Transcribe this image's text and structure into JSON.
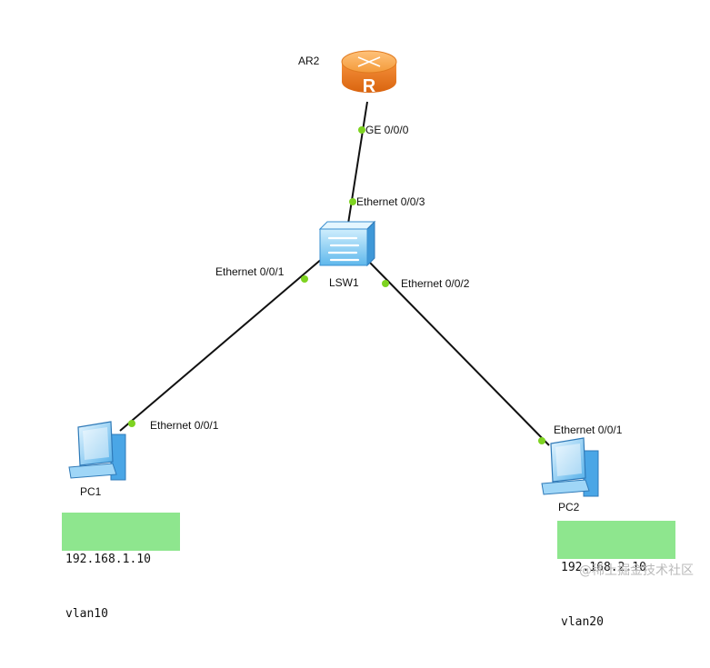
{
  "devices": {
    "router": {
      "name": "AR2",
      "glyph": "R"
    },
    "switch": {
      "name": "LSW1"
    },
    "pc1": {
      "name": "PC1",
      "ip": "192.168.1.10",
      "vlan": "vlan10"
    },
    "pc2": {
      "name": "PC2",
      "ip": "192.168.2.10",
      "vlan": "vlan20"
    }
  },
  "ports": {
    "ar2_ge": "GE 0/0/0",
    "lsw1_e3": "Ethernet 0/0/3",
    "lsw1_e1": "Ethernet 0/0/1",
    "lsw1_e2": "Ethernet 0/0/2",
    "pc1_e1": "Ethernet 0/0/1",
    "pc2_e1": "Ethernet 0/0/1"
  },
  "colors": {
    "link": "#111111",
    "port_dot": "#7ed321",
    "router_orange": "#f07d1e",
    "note_green": "#8ee68e",
    "device_blue": "#3aa0e8"
  },
  "watermark": "@稀土掘金技术社区"
}
